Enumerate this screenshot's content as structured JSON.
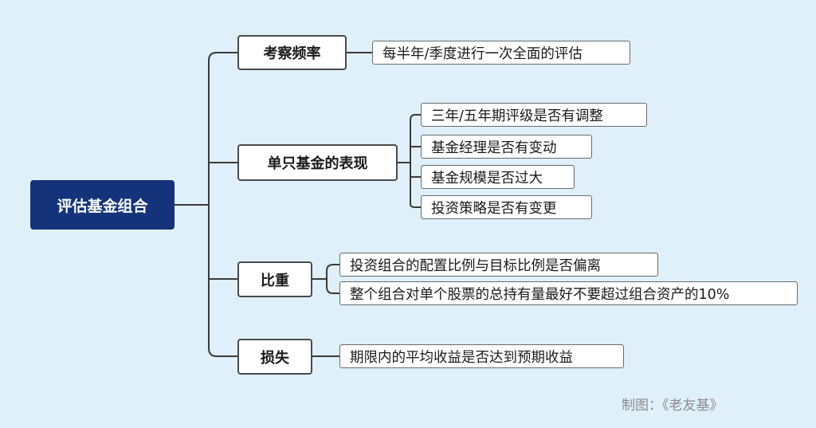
{
  "root": {
    "label": "评估基金组合"
  },
  "branches": [
    {
      "label": "考察频率",
      "children": [
        "每半年/季度进行一次全面的评估"
      ]
    },
    {
      "label": "单只基金的表现",
      "children": [
        "三年/五年期评级是否有调整",
        "基金经理是否有变动",
        "基金规模是否过大",
        "投资策略是否有变更"
      ]
    },
    {
      "label": "比重",
      "children": [
        "投资组合的配置比例与目标比例是否偏离",
        "整个组合对单个股票的总持有量最好不要超过组合资产的10%"
      ]
    },
    {
      "label": "损失",
      "children": [
        "期限内的平均收益是否达到预期收益"
      ]
    }
  ],
  "credit": "制图：《老友基》",
  "colors": {
    "background": "#dff0fb",
    "root_fill": "#14337a",
    "line": "#3a3a3a"
  }
}
